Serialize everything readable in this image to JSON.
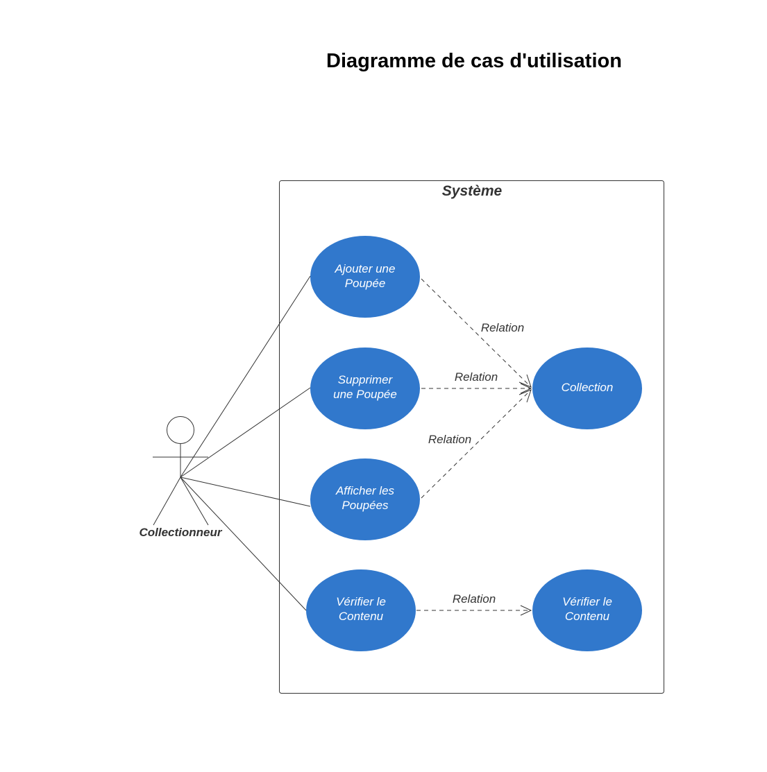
{
  "title": "Diagramme de cas d'utilisation",
  "system": {
    "label": "Système"
  },
  "actor": {
    "label": "Collectionneur"
  },
  "colors": {
    "use_case_fill": "#3178CC",
    "line": "#333333",
    "use_case_text": "#ffffff"
  },
  "use_cases": {
    "ajouter": {
      "line1": "Ajouter une",
      "line2": "Poupée"
    },
    "supprimer": {
      "line1": "Supprimer",
      "line2": "une Poupée"
    },
    "afficher": {
      "line1": "Afficher les",
      "line2": "Poupées"
    },
    "verifier": {
      "line1": "Vérifier le",
      "line2": "Contenu"
    },
    "collection": {
      "line1": "Collection"
    },
    "verifier_target": {
      "line1": "Vérifier le",
      "line2": "Contenu"
    }
  },
  "relations": {
    "ajouter_collection": "Relation",
    "supprimer_collection": "Relation",
    "afficher_collection": "Relation",
    "verifier_verifier": "Relation"
  }
}
